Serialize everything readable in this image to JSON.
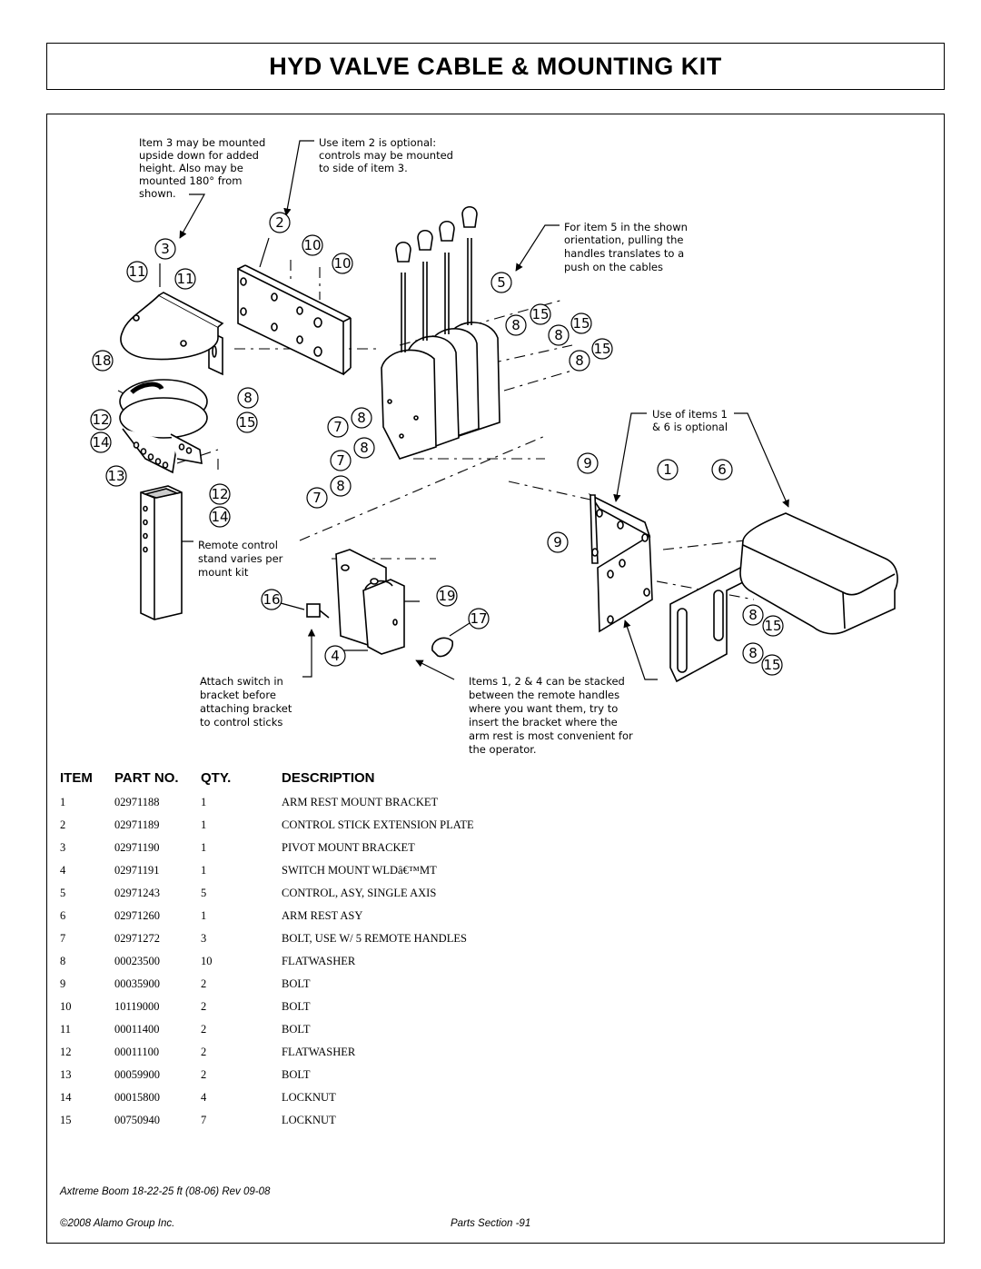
{
  "title": "HYD VALVE CABLE & MOUNTING KIT",
  "notes": {
    "item3_lines": [
      "Item 3 may be mounted",
      "upside down for added",
      "height. Also may be",
      "mounted 180° from",
      "shown."
    ],
    "item2_lines": [
      "Use item 2 is optional:",
      "controls may be mounted",
      "to side of item 3."
    ],
    "item5_lines": [
      "For item 5 in the shown",
      "orientation, pulling the",
      "handles translates to a",
      "push on the cables"
    ],
    "items16_lines": [
      "Use of items 1",
      "& 6 is optional"
    ],
    "stand_lines": [
      "Remote control",
      "stand varies per",
      "mount kit"
    ],
    "switch_lines": [
      "Attach switch in",
      "bracket before",
      "attaching bracket",
      "to control sticks"
    ],
    "stack_lines": [
      "Items 1, 2 & 4 can be stacked",
      "between the remote handles",
      "where you want them, try to",
      "insert the bracket where the",
      "arm rest is most convenient for",
      "the operator."
    ]
  },
  "callouts": [
    "2",
    "3",
    "10",
    "10",
    "11",
    "11",
    "5",
    "8",
    "15",
    "8",
    "15",
    "15",
    "8",
    "18",
    "8",
    "12",
    "15",
    "14",
    "7",
    "8",
    "7",
    "8",
    "13",
    "12",
    "7",
    "8",
    "14",
    "9",
    "1",
    "6",
    "9",
    "16",
    "19",
    "17",
    "4",
    "8",
    "15",
    "8",
    "15"
  ],
  "table": {
    "headers": {
      "item": "ITEM",
      "part": "PART NO.",
      "qty": "QTY.",
      "desc": "DESCRIPTION"
    },
    "rows": [
      {
        "item": "1",
        "part": "02971188",
        "qty": "1",
        "desc": "ARM REST MOUNT BRACKET"
      },
      {
        "item": "2",
        "part": "02971189",
        "qty": "1",
        "desc": "CONTROL STICK EXTENSION PLATE"
      },
      {
        "item": "3",
        "part": "02971190",
        "qty": "1",
        "desc": "PIVOT MOUNT BRACKET"
      },
      {
        "item": "4",
        "part": "02971191",
        "qty": "1",
        "desc": "SWITCH MOUNT WLDâ€™MT"
      },
      {
        "item": "5",
        "part": "02971243",
        "qty": "5",
        "desc": "CONTROL, ASY, SINGLE AXIS"
      },
      {
        "item": "6",
        "part": "02971260",
        "qty": "1",
        "desc": "ARM REST ASY"
      },
      {
        "item": "7",
        "part": "02971272",
        "qty": "3",
        "desc": "BOLT, USE W/ 5 REMOTE HANDLES"
      },
      {
        "item": "8",
        "part": "00023500",
        "qty": "10",
        "desc": "FLATWASHER"
      },
      {
        "item": "9",
        "part": "00035900",
        "qty": "2",
        "desc": "BOLT"
      },
      {
        "item": "10",
        "part": "10119000",
        "qty": "2",
        "desc": "BOLT"
      },
      {
        "item": "11",
        "part": "00011400",
        "qty": "2",
        "desc": "BOLT"
      },
      {
        "item": "12",
        "part": "00011100",
        "qty": "2",
        "desc": "FLATWASHER"
      },
      {
        "item": "13",
        "part": "00059900",
        "qty": "2",
        "desc": "BOLT"
      },
      {
        "item": "14",
        "part": "00015800",
        "qty": "4",
        "desc": "LOCKNUT"
      },
      {
        "item": "15",
        "part": "00750940",
        "qty": "7",
        "desc": "LOCKNUT"
      }
    ]
  },
  "footer": {
    "model": "Axtreme Boom 18-22-25 ft (08-06) Rev 09-08",
    "copyright": "©2008 Alamo Group Inc.",
    "section": "Parts Section -91"
  }
}
